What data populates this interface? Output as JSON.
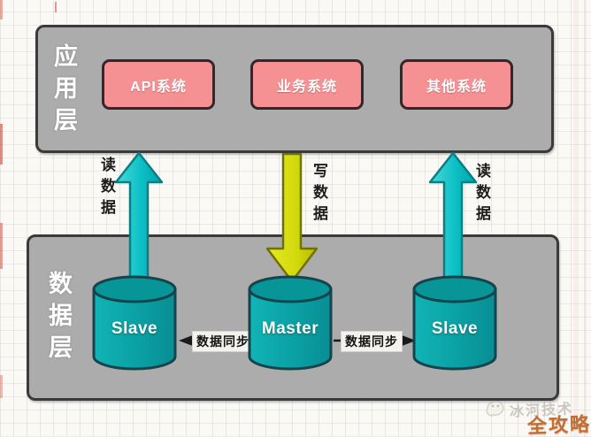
{
  "app_layer": {
    "label": "应用层",
    "systems": [
      {
        "label": "API系统"
      },
      {
        "label": "业务系统"
      },
      {
        "label": "其他系统"
      }
    ]
  },
  "flows": {
    "read_left": "读数据",
    "write": "写数据",
    "read_right": "读数据"
  },
  "data_layer": {
    "label": "数据层",
    "databases": [
      {
        "label": "Slave"
      },
      {
        "label": "Master"
      },
      {
        "label": "Slave"
      }
    ],
    "sync_left": "数据同步",
    "sync_right": "数据同步"
  },
  "watermark": {
    "name": "冰河技术",
    "badge": "全攻略"
  },
  "colors": {
    "layer_bg": "#acacac",
    "layer_border": "#3a3a3a",
    "system_box_bg": "#f59193",
    "read_arrow": "#0cc2c6",
    "write_arrow": "#d4da0c",
    "cylinder_body": "#0ba2a6",
    "cylinder_top": "#089598",
    "sync_line": "#1a1a1a",
    "watermark_badge": "#c06f35"
  }
}
